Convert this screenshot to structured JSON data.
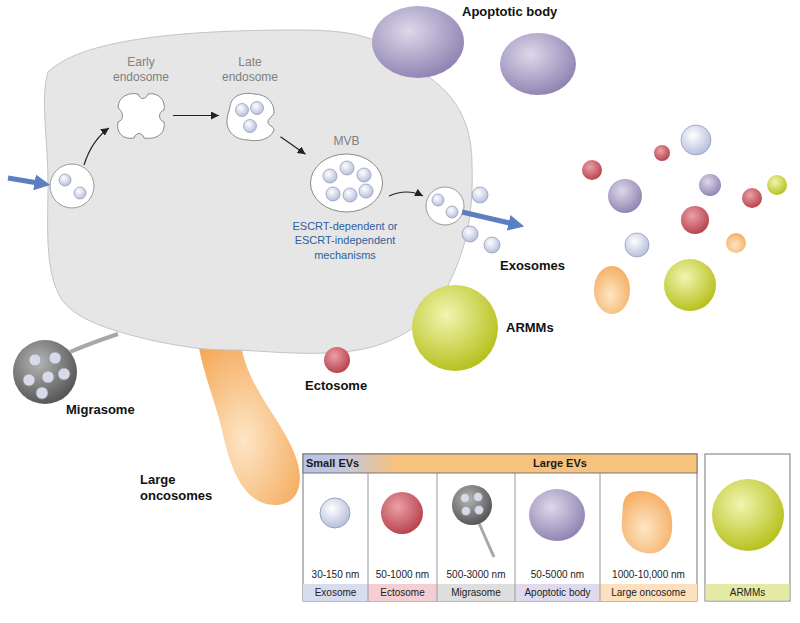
{
  "diagram": {
    "nodes": [
      {
        "text": [
          "Early endosome"
        ]
      },
      {
        "text": [
          "Late endosome"
        ]
      },
      {
        "text": [
          "MVB"
        ]
      }
    ],
    "edges": [
      {
        "from": 0,
        "to": 1,
        "arrow": "to"
      },
      {
        "from": 1,
        "to": 2,
        "arrow": "to"
      }
    ],
    "labels": [
      "Apoptotic body",
      "ESCRT-dependent or ESCRT-independent mechanisms",
      "Exosomes",
      "ARMMs",
      "Ectosome",
      "Migrasome",
      "Large oncosomes",
      "Small EVs",
      "Large EVs",
      "30-150 nm",
      "Exosome",
      "50-1000 nm",
      "Ectosome",
      "500-3000 nm",
      "Migrasome",
      "50-5000 nm",
      "Apoptotic body",
      "1000-10,000 nm",
      "Large oncosome",
      "ARMMs"
    ]
  }
}
